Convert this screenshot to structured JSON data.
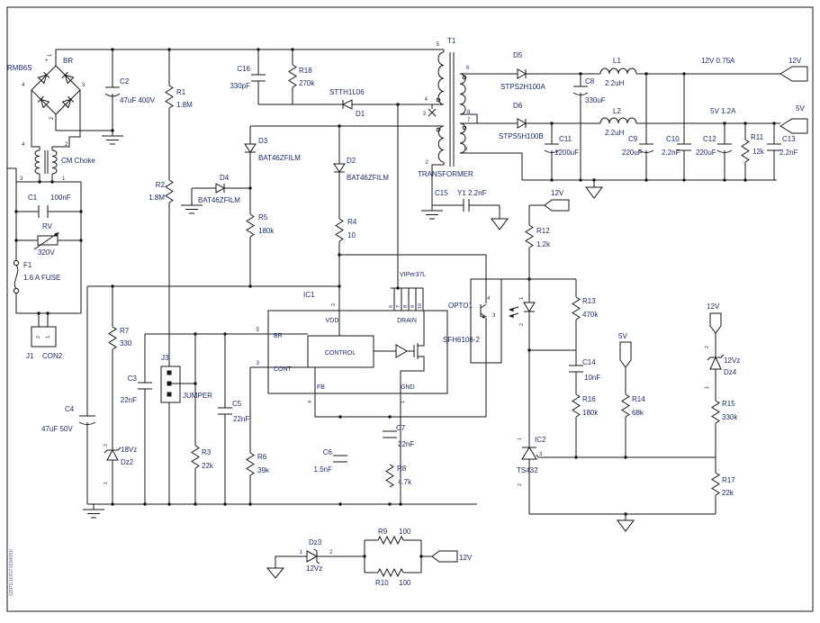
{
  "page": {
    "side_text": "GBPD119071694050"
  },
  "ac_input": {
    "bridge_ref": "RMB6S",
    "bridge_name": "BR",
    "plus": "+",
    "pin1": "1",
    "pin2": "2",
    "pin3": "3",
    "pin4": "4",
    "c2_ref": "C2",
    "c2_val": "47uF 400V",
    "choke_name": "CM Choke",
    "choke_pin4": "4",
    "choke_pin2": "2",
    "choke_pin3": "3",
    "choke_pin1": "1",
    "c1_ref": "C1",
    "c1_val": "100nF",
    "rv_ref": "RV",
    "rv_val": "320V",
    "f1_ref": "F1",
    "f1_val": "1.6 A FUSE",
    "j1_ref": "J1",
    "j1_val": "CON2",
    "j1_pin1": "1",
    "j1_pin2": "2"
  },
  "startup": {
    "r1_ref": "R1",
    "r1_val": "1.8M",
    "r2_ref": "R2",
    "r2_val": "1.8M"
  },
  "snubber": {
    "c16_ref": "C16",
    "c16_val": "330pF",
    "r18_ref": "R18",
    "r18_val": "270k",
    "d1_name": "STTH1L06",
    "d1_ref": "D1"
  },
  "transformer": {
    "ref": "T1",
    "name": "TRANSFORMER",
    "pin5": "5",
    "pin4": "4",
    "pin3": "3",
    "pin2": "2",
    "pin6": "6",
    "pin8": "8",
    "pin7": "7",
    "pin9": "9",
    "c15_ref": "C15",
    "c15_val": "Y1 2.2nF"
  },
  "aux": {
    "d3_ref": "D3",
    "d3_val": "BAT46ZFILM",
    "d4_ref": "D4",
    "d4_val": "BAT46ZFILM",
    "d2_ref": "D2",
    "d2_val": "BAT46ZFILM",
    "r5_ref": "R5",
    "r5_val": "180k",
    "r4_ref": "R4",
    "r4_val": "10"
  },
  "ic1": {
    "ref": "IC1",
    "part": "VIPer37L",
    "vdd": "VDD",
    "drain": "DRAIN",
    "br": "BR",
    "cont": "CONT",
    "fb": "FB",
    "gnd": "GND",
    "control": "CONTROL",
    "pin2": "2",
    "pin5": "5",
    "pin3": "3",
    "pin4": "4",
    "pin1": "1",
    "pin6": "6",
    "pin7": "7",
    "pin8": "8",
    "pin9": "9",
    "pin10": "10"
  },
  "out12": {
    "d5_ref": "D5",
    "d5_val": "STPS2H100A",
    "l1_ref": "L1",
    "l1_val": "2.2uH",
    "c8_ref": "C8",
    "c8_val": "330uF",
    "c9_ref": "C9",
    "c9_val": "220uF",
    "c10_ref": "C10",
    "c10_val": "2.2nF",
    "rating": "12V 0.75A",
    "term": "12V"
  },
  "out5": {
    "d6_ref": "D6",
    "d6_val": "STPS5H100B",
    "l2_ref": "L2",
    "l2_val": "2.2uH",
    "c11_ref": "C11",
    "c11_val": "1200uF",
    "c12_ref": "C12",
    "c12_val": "220uF",
    "r11_ref": "R11",
    "r11_val": "12k",
    "c13_ref": "C13",
    "c13_val": "2.2nF",
    "rating": "5V 1.2A",
    "term": "5V"
  },
  "primary_low": {
    "r7_ref": "R7",
    "r7_val": "330",
    "dz2_ref": "Dz2",
    "dz2_val": "18Vz",
    "dz2_pin2": "2",
    "dz2_pin1": "1",
    "c3_ref": "C3",
    "c3_val": "22nF",
    "c4_ref": "C4",
    "c4_val": "47uF 50V",
    "j3_ref": "J3",
    "j3_val": "JUMPER",
    "r3_ref": "R3",
    "r3_val": "22k",
    "c5_ref": "C5",
    "c5_val": "22nF",
    "r6_ref": "R6",
    "r6_val": "39k",
    "c6_ref": "C6",
    "c6_val": "1.5nF",
    "c7_ref": "C7",
    "c7_val": "22nF",
    "r8_ref": "R8",
    "r8_val": "4.7k"
  },
  "feedback": {
    "src12_r12": "12V",
    "r12_ref": "R12",
    "r12_val": "1.2k",
    "opto_ref": "OPTO1",
    "opto_part": "SFH6106-2",
    "opto_pin4": "4",
    "opto_pin3": "3",
    "opto_pin1": "1",
    "opto_pin2": "2",
    "r13_ref": "R13",
    "r13_val": "470k",
    "c14_ref": "C14",
    "c14_val": "10nF",
    "r16_ref": "R16",
    "r16_val": "180k",
    "src5": "5V",
    "r14_ref": "R14",
    "r14_val": "68k",
    "src12_dz4": "12V",
    "dz4_ref": "Dz4",
    "dz4_val": "12Vz",
    "dz4_pin2": "2",
    "dz4_pin1": "1",
    "r15_ref": "R15",
    "r15_val": "330k",
    "r17_ref": "R17",
    "r17_val": "22k",
    "ic2_ref": "IC2",
    "ic2_part": "TS432",
    "ic2_pin1": "1",
    "ic2_pin3": "3",
    "ic2_pin2": "2"
  },
  "clamp12": {
    "dz3_ref": "Dz3",
    "dz3_val": "12Vz",
    "pin1": "1",
    "pin2": "2",
    "r9_ref": "R9",
    "r9_val": "100",
    "r10_ref": "R10",
    "r10_val": "100",
    "term": "12V"
  }
}
